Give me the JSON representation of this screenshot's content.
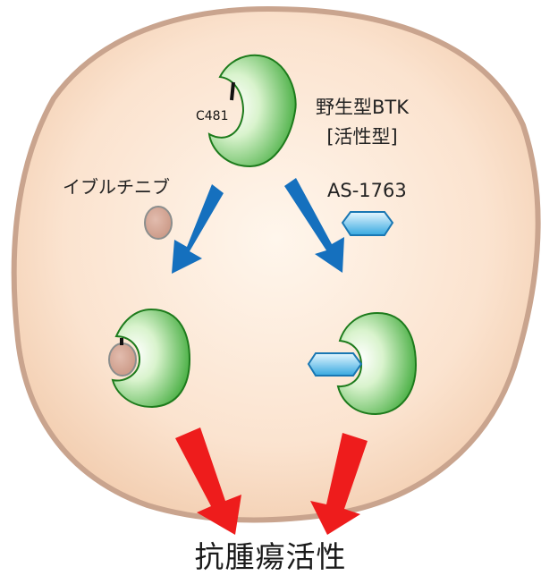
{
  "labels": {
    "wild_type_line1": "野生型BTK",
    "wild_type_line2": "[活性型]",
    "cysteine_site": "C481",
    "drug_ibrutinib": "イブルチニブ",
    "drug_as1763": "AS-1763",
    "result": "抗腫瘍活性"
  },
  "colors": {
    "cell_fill_center": "#fff6ec",
    "cell_fill_edge": "#f6d3b7",
    "cell_border": "#c9a48e",
    "protein_light": "#eefbe6",
    "protein_dark": "#2fa32b",
    "protein_border": "#1d7b1c",
    "ibrutinib_fill": "#d3a594",
    "ibrutinib_border": "#8b8e8d",
    "as1763_light": "#d6f2ff",
    "as1763_dark": "#36a8e0",
    "as1763_border": "#1977b3",
    "blue_arrow": "#1570be",
    "red_arrow": "#ee1c1c"
  }
}
